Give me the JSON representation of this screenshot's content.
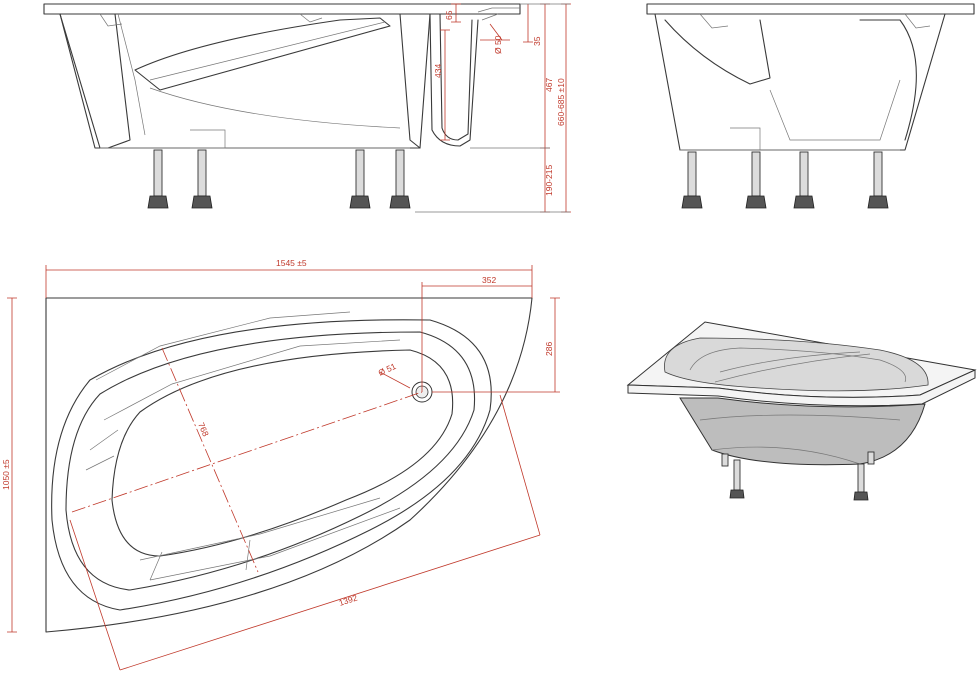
{
  "colors": {
    "dimension": "#c0392b",
    "outline": "#3a3a3a",
    "background": "#ffffff"
  },
  "views": {
    "front_elevation": {
      "dims": {
        "rim_thickness": "65",
        "waste_diameter": "Ø 50",
        "waste_height": "35",
        "inner_depth": "434",
        "body_height": "467",
        "total_height": "660-685 ±10",
        "leg_height": "190-215"
      }
    },
    "top_view": {
      "dims": {
        "length": "1545 ±5",
        "drain_offset_x": "352",
        "drain_offset_y": "286",
        "drain_diameter": "Ø 51",
        "inner_width": "768",
        "inner_length": "1392",
        "width": "1050 ±5"
      }
    }
  }
}
